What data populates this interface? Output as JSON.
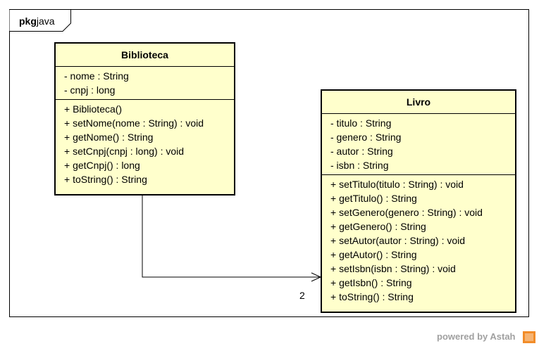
{
  "package": {
    "keyword": "pkg",
    "name": "java"
  },
  "classes": [
    {
      "name": "Biblioteca",
      "attributes": [
        "- nome : String",
        "- cnpj : long"
      ],
      "operations": [
        "+ Biblioteca()",
        "+ setNome(nome : String) : void",
        "+ getNome() : String",
        "+ setCnpj(cnpj : long) : void",
        "+ getCnpj() : long",
        "+ toString() : String"
      ]
    },
    {
      "name": "Livro",
      "attributes": [
        "- titulo : String",
        "- genero : String",
        "- autor : String",
        "- isbn : String"
      ],
      "operations": [
        "+ setTitulo(titulo : String) : void",
        "+ getTitulo() : String",
        "+ setGenero(genero : String) : void",
        "+ getGenero() : String",
        "+ setAutor(autor : String) : void",
        "+ getAutor() : String",
        "+ setIsbn(isbn : String) : void",
        "+ getIsbn() : String",
        "+ toString() : String"
      ]
    }
  ],
  "association": {
    "multiplicity": "2"
  },
  "footer": {
    "powered_by": "powered by Astah"
  },
  "colors": {
    "class_fill": "#ffffcc",
    "footer_text": "#a0a0a0",
    "logo": "#f28c28"
  }
}
